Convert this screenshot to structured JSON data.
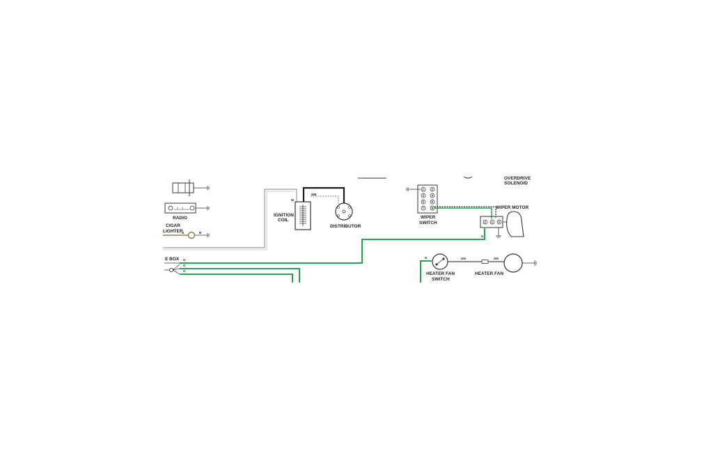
{
  "labels": {
    "overdrive_solenoid_line1": "OVERDRIVE",
    "overdrive_solenoid_line2": "SOLENOID",
    "radio": "RADIO",
    "cigar_lighter_line1": "CIGAR",
    "cigar_lighter_line2": "LIGHTER",
    "ignition_coil_line1": "IGNITION",
    "ignition_coil_line2": "COIL",
    "distributor": "DISTRIBUTOR",
    "wiper_switch_line1": "WIPER",
    "wiper_switch_line2": "SWITCH",
    "wiper_motor": "WIPER MOTOR",
    "fuse_box": "E BOX",
    "heater_fan_switch_line1": "HEATER FAN",
    "heater_fan_switch_line2": "SWITCH",
    "heater_fan": "HEATER FAN"
  },
  "wire_codes": {
    "cigar_g": "G",
    "cigar_b": "B",
    "coil_w": "W",
    "coil_wb": "WB",
    "fuse_1": "G",
    "fuse_2": "G",
    "fuse_3": "G",
    "wiper_g": "G",
    "heater_switch_g": "G",
    "heater_gn_1": "GN",
    "heater_gn_2": "GN"
  },
  "pins": {
    "wiper_switch": [
      "1",
      "2",
      "3",
      "4",
      "5",
      "6",
      "7",
      "8"
    ],
    "wiper_motor": [
      "2",
      "1",
      "0"
    ]
  },
  "colors": {
    "green_wire": "#22a84a",
    "black_wire": "#1a1a1a",
    "grey_wire": "#9a9a9a",
    "brown_wire": "#a0784a"
  }
}
